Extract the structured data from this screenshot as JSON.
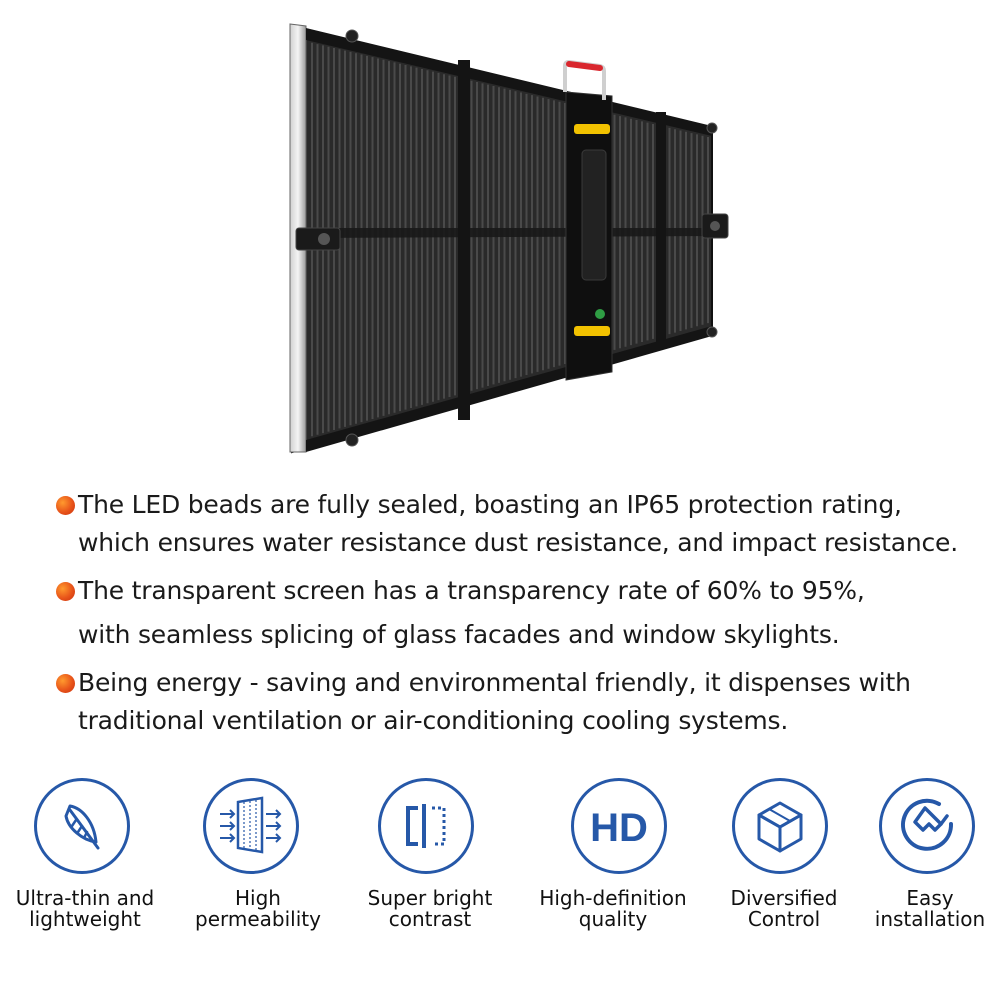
{
  "colors": {
    "accent_blue": "#2658a8",
    "bullet_orange": "#e8541a",
    "handle_red": "#d9272e",
    "latch_yellow": "#f2c200",
    "panel_black": "#1c1c1c"
  },
  "product": {
    "icon": "transparent-led-panel-illustration"
  },
  "bullets": [
    {
      "line1": "The LED beads are fully sealed, boasting an IP65 protection rating,",
      "line2": "which ensures water resistance dust resistance, and impact resistance."
    },
    {
      "line1": "The transparent screen has a transparency rate of 60% to 95%,",
      "line2": "with seamless splicing of glass facades and window skylights."
    },
    {
      "line1": "Being energy - saving and environmental friendly, it dispenses with",
      "line2": "traditional ventilation or air-conditioning cooling systems."
    }
  ],
  "features": [
    {
      "icon": "feather-icon",
      "line1": "Ultra-thin and",
      "line2": "lightweight"
    },
    {
      "icon": "permeability-icon",
      "line1": "High",
      "line2": "permeability"
    },
    {
      "icon": "contrast-icon",
      "line1": "Super bright",
      "line2": "contrast"
    },
    {
      "icon": "hd-icon",
      "line1": "High-definition",
      "line2": "quality",
      "icon_text": "HD"
    },
    {
      "icon": "cube-icon",
      "line1": "Diversified",
      "line2": "Control"
    },
    {
      "icon": "wrench-icon",
      "line1": "Easy",
      "line2": "installation"
    }
  ]
}
